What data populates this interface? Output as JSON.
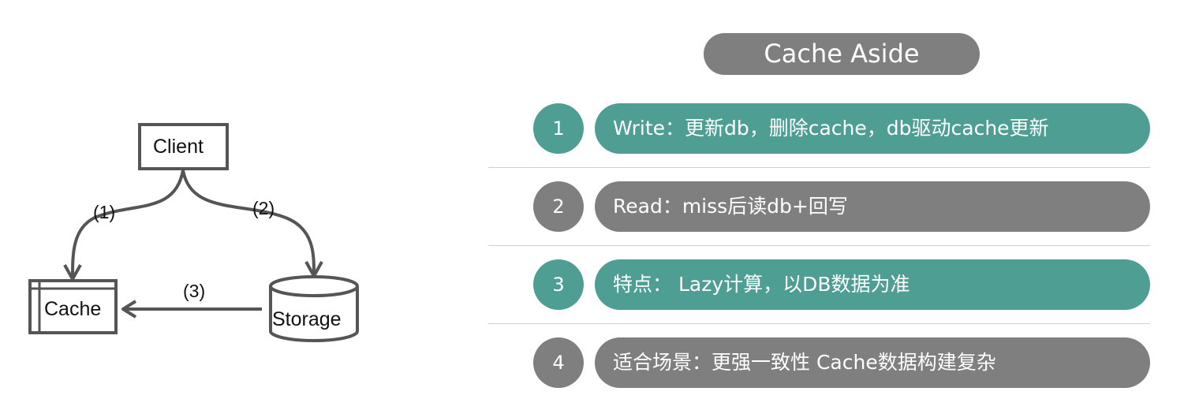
{
  "diagram": {
    "client_label": "Client",
    "cache_label": "Cache",
    "storage_label": "Storage",
    "step1_label": "(1)",
    "step2_label": "(2)",
    "step3_label": "(3)"
  },
  "panel": {
    "title": "Cache Aside",
    "rows": [
      {
        "number": "1",
        "text": "Write：更新db，删除cache，db驱动cache更新",
        "color": "#4e9e94"
      },
      {
        "number": "2",
        "text": "Read：miss后读db+回写",
        "color": "#7f7f7f"
      },
      {
        "number": "3",
        "text": "特点： Lazy计算，以DB数据为准",
        "color": "#4e9e94"
      },
      {
        "number": "4",
        "text": "适合场景：更强一致性 Cache数据构建复杂",
        "color": "#7f7f7f"
      }
    ]
  }
}
